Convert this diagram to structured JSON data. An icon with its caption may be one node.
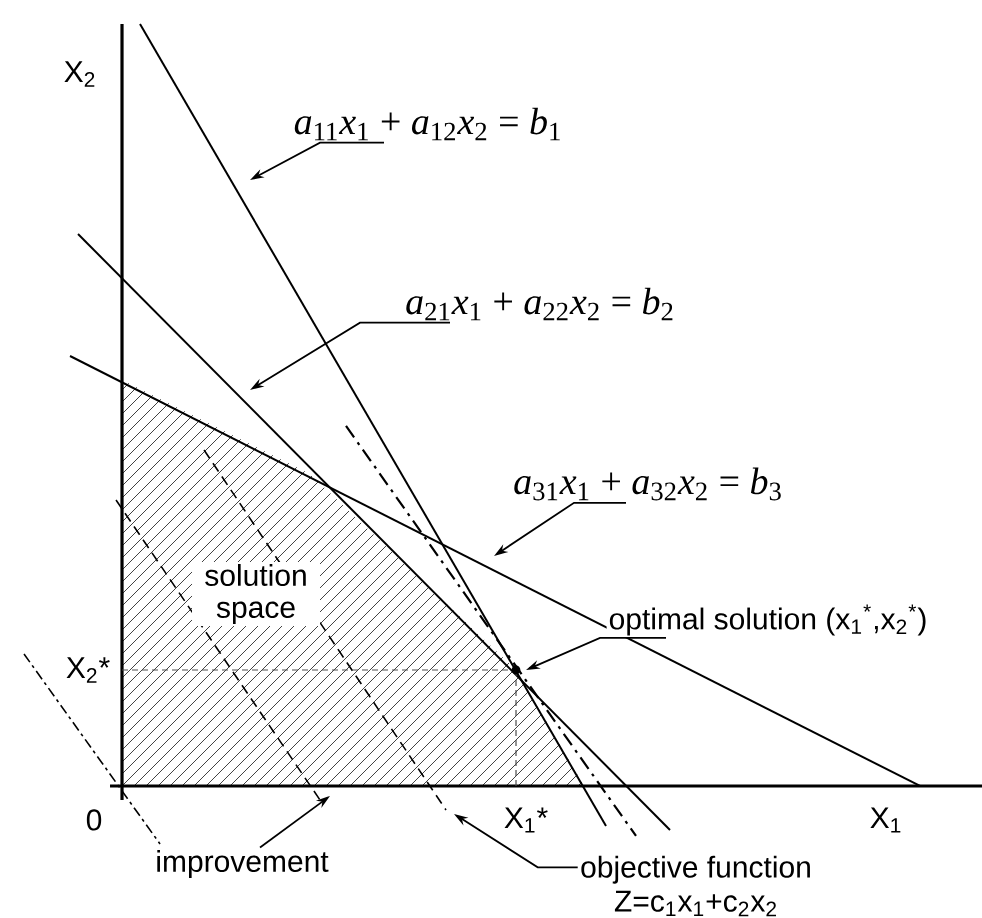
{
  "diagram": {
    "nodes": [
      {
        "text": [
          "*a*$_{11}$*x*$_{1}$ + *a*$_{12}$*x*$_{2}$ = *b*$_{1}$"
        ]
      },
      {
        "text": [
          "*a*$_{21}$*x*$_{1}$ + *a*$_{22}$*x*$_{2}$ = *b*$_{2}$"
        ]
      },
      {
        "text": [
          "*a*$_{31}$*x*$_{1}$ + *a*$_{32}$*x*$_{2}$ = *b*$_{3}$"
        ]
      },
      {
        "text": [
          "optimal solution (x$_{1}$$^{*}$,x$_{2}$$^{*}$)"
        ]
      },
      {
        "text": [
          "improvement"
        ]
      },
      {
        "text": [
          "objective function",
          "Z=c$_{1}$x$_{1}$+c$_{2}$x$_{2}$"
        ]
      }
    ],
    "edges": [
      {
        "from": 0,
        "to": null,
        "arrow": "to"
      },
      {
        "from": 1,
        "to": null,
        "arrow": "to"
      },
      {
        "from": 2,
        "to": null,
        "arrow": "to"
      },
      {
        "from": 3,
        "to": null,
        "arrow": "to"
      },
      {
        "from": 4,
        "to": null,
        "arrow": "to"
      },
      {
        "from": 5,
        "to": null,
        "arrow": "to"
      }
    ],
    "labels": [
      "X$_{2}$",
      "solution space",
      "X$_{2}$*",
      "0",
      "X$_{1}$*",
      "X$_{1}$"
    ]
  }
}
